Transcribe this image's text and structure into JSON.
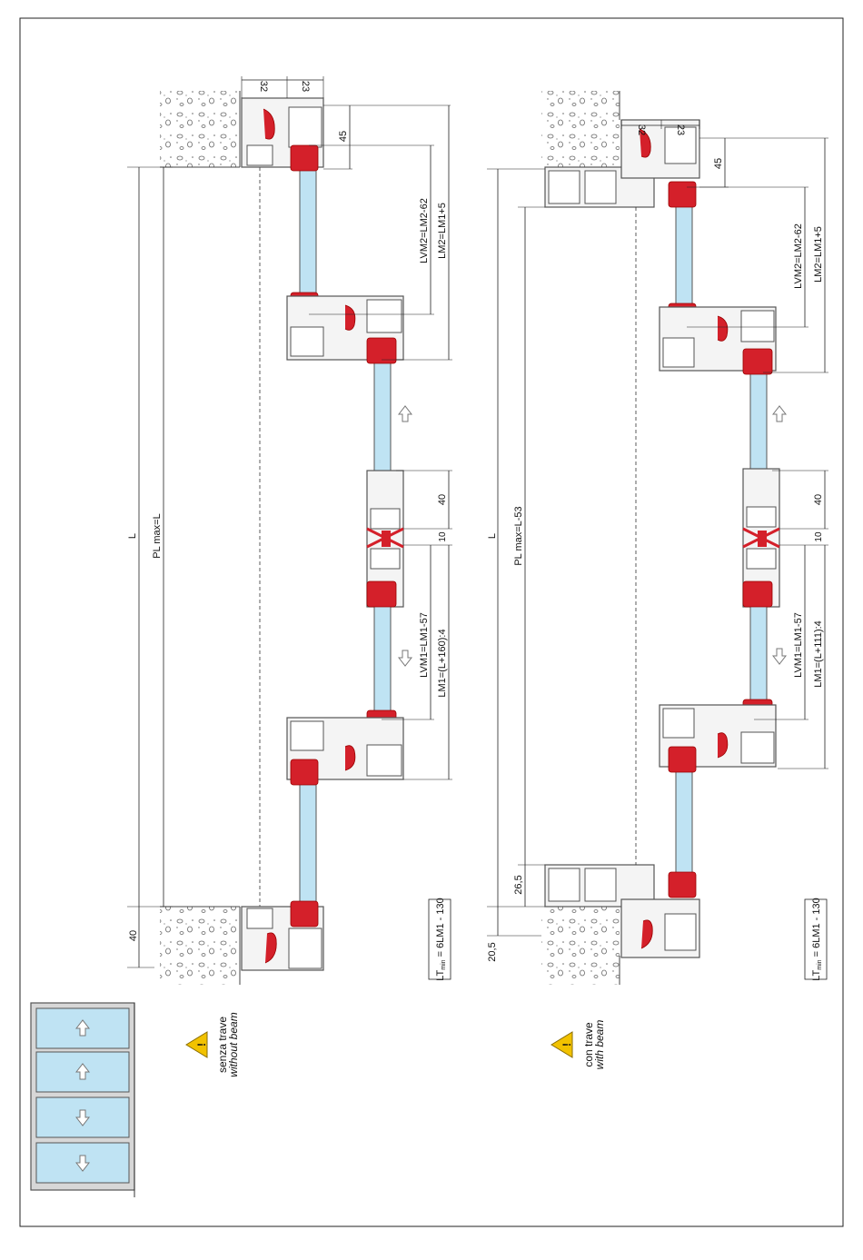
{
  "sections": [
    {
      "id": "without-beam",
      "caption_it": "senza trave",
      "caption_en": "without beam",
      "overall_dim": "L",
      "pl_max": "PL max=L",
      "lt_min": {
        "prefix": "LT",
        "subscript": "min",
        "suffix": "= 6LM1 - 130"
      },
      "dims_top": [
        "32",
        "23"
      ],
      "dim_45": "45",
      "dim_lvm2": "LVM2=LM2-62",
      "dim_lm2": "LM2=LM1+5",
      "dim_40_center": "40",
      "dim_10": "10",
      "dim_lvm1": "LVM1=LM1-57",
      "dim_lm1": "LM1=(L+160):4",
      "dim_40_bottom": "40"
    },
    {
      "id": "with-beam",
      "caption_it": "con trave",
      "caption_en": "with beam",
      "overall_dim": "L",
      "pl_max": "PL max=L-53",
      "lt_min": {
        "prefix": "LT",
        "subscript": "min",
        "suffix": "= 6LM1 - 130"
      },
      "dims_top": [
        "32",
        "23"
      ],
      "dim_45": "45",
      "dim_lvm2": "LVM2=LM2-62",
      "dim_lm2": "LM2=LM1+5",
      "dim_40_center": "40",
      "dim_10": "10",
      "dim_lvm1": "LVM1=LM1-57",
      "dim_lm1": "LM1=(L+111):4",
      "dim_265": "26,5",
      "dim_205": "20,5"
    }
  ],
  "colors": {
    "glass": "#bfe3f3",
    "gasket": "#d4202a",
    "frame": "#555555",
    "warning": "#f2c200"
  },
  "icons": {
    "warning": "warning-triangle-icon",
    "arrow_up": "arrow-up-icon",
    "arrow_down": "arrow-down-icon"
  }
}
